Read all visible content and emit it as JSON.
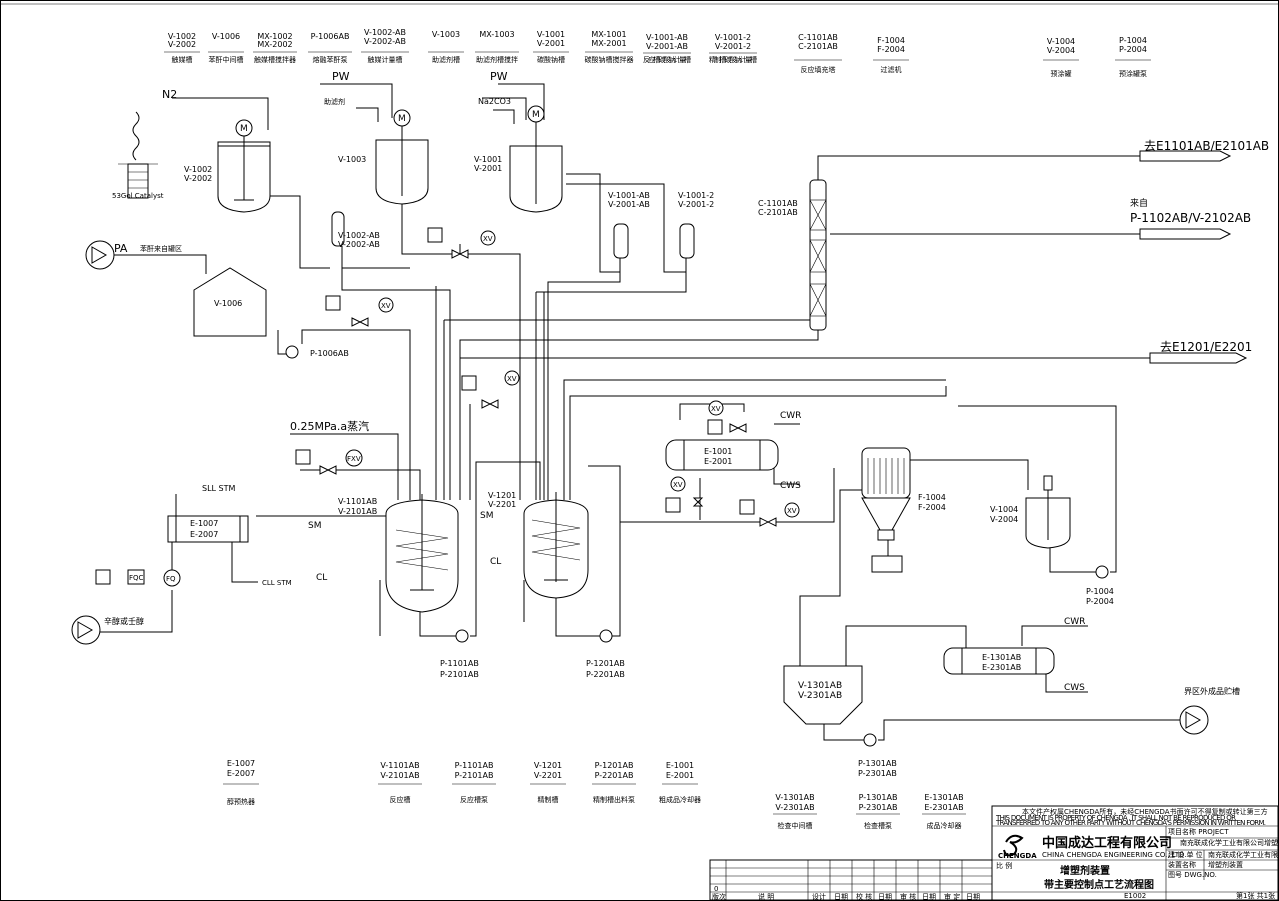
{
  "legend": [
    {
      "tag": [
        "V-1002",
        "V-2002"
      ],
      "name": "触媒槽"
    },
    {
      "tag": [
        "V-1006"
      ],
      "name": "苯酐中间槽"
    },
    {
      "tag": [
        "MX-1002",
        "MX-2002"
      ],
      "name": "触媒槽搅拌器"
    },
    {
      "tag": [
        "P-1006AB"
      ],
      "name": "熔融苯酐泵"
    },
    {
      "tag": [
        "V-1002-AB",
        "V-2002-AB"
      ],
      "name": "触媒计量槽"
    },
    {
      "tag": [
        "V-1003"
      ],
      "name": "助滤剂槽"
    },
    {
      "tag": [
        "MX-1003"
      ],
      "name": "助滤剂槽搅拌"
    },
    {
      "tag": [
        "V-1001",
        "V-2001"
      ],
      "name": "碳酸钠槽"
    },
    {
      "tag": [
        "MX-1001",
        "MX-2001"
      ],
      "name": "碳酸钠槽搅拌器"
    },
    {
      "tag": [
        "V-1001-AB",
        "V-2001-AB"
      ],
      "name": "反应槽碳酸钠计量槽"
    },
    {
      "tag": [
        "V-1001-2",
        "V-2001-2"
      ],
      "name": "精制槽碳酸钠计量槽"
    },
    {
      "tag": [
        "C-1101AB",
        "C-2101AB"
      ],
      "name": "反应填充塔"
    },
    {
      "tag": [
        "F-1004",
        "F-2004"
      ],
      "name": "过滤机"
    },
    {
      "tag": [
        "V-1004",
        "V-2004"
      ],
      "name": "预涂罐"
    },
    {
      "tag": [
        "P-1004",
        "P-2004"
      ],
      "name": "预涂罐泵"
    }
  ],
  "bottom_legend": [
    {
      "tag": [
        "E-1007",
        "E-2007"
      ],
      "name": "醇预热器"
    },
    {
      "tag": [
        "V-1101AB",
        "V-2101AB"
      ],
      "name": "反应槽"
    },
    {
      "tag": [
        "P-1101AB",
        "P-2101AB"
      ],
      "name": "反应槽泵"
    },
    {
      "tag": [
        "V-1201",
        "V-2201"
      ],
      "name": "精制槽"
    },
    {
      "tag": [
        "P-1201AB",
        "P-2201AB"
      ],
      "name": "精制槽出料泵"
    },
    {
      "tag": [
        "E-1001",
        "E-2001"
      ],
      "name": "粗成品冷却器"
    },
    {
      "tag": [
        "V-1301AB",
        "V-2301AB"
      ],
      "name": "检查中间槽"
    },
    {
      "tag": [
        "P-1301AB",
        "P-2301AB"
      ],
      "name": "检查槽泵"
    },
    {
      "tag": [
        "E-1301AB",
        "E-2301AB"
      ],
      "name": "成品冷却器"
    }
  ],
  "streams": {
    "n2": "N2",
    "pw1": "PW",
    "filter_aid": "助滤剂",
    "pw2": "PW",
    "na2co3": "Na2CO3",
    "catalyst": "53Gol Catalyst",
    "pa": "PA",
    "pa_src": "苯酐来自罐区",
    "steam": "0.25MPa.a蒸汽",
    "sll": "SLL STM",
    "cll": "CLL STM",
    "sm1": "SM",
    "cl1": "CL",
    "sm2": "SM",
    "cl2": "CL",
    "cwr1": "CWR",
    "cws1": "CWS",
    "cwr2": "CWR",
    "cws2": "CWS",
    "alcohol": "辛醇或壬醇",
    "to_e1101": "去E1101AB/E2101AB",
    "from_label": "来自",
    "from_p1102": "P-1102AB/V-2102AB",
    "to_e1201": "去E1201/E2201",
    "to_tank": "界区外成品贮槽"
  },
  "tags": {
    "v1002": [
      "V-1002",
      "V-2002"
    ],
    "v1003": "V-1003",
    "v1001": [
      "V-1001",
      "V-2001"
    ],
    "v1002ab": [
      "V-1002-AB",
      "V-2002-AB"
    ],
    "v1001ab": [
      "V-1001-AB",
      "V-2001-AB"
    ],
    "v10012": [
      "V-1001-2",
      "V-2001-2"
    ],
    "c1101": [
      "C-1101AB",
      "C-2101AB"
    ],
    "v1006": "V-1006",
    "p1006": "P-1006AB",
    "v1101": [
      "V-1101AB",
      "V-2101AB"
    ],
    "v1201": [
      "V-1201",
      "V-2201"
    ],
    "e1007": [
      "E-1007",
      "E-2007"
    ],
    "e1001": [
      "E-1001",
      "E-2001"
    ],
    "f1004": [
      "F-1004",
      "F-2004"
    ],
    "v1004": [
      "V-1004",
      "V-2004"
    ],
    "p1004": [
      "P-1004",
      "P-2004"
    ],
    "p1101": [
      "P-1101AB",
      "P-2101AB"
    ],
    "p1201": [
      "P-1201AB",
      "P-2201AB"
    ],
    "v1301": [
      "V-1301AB",
      "V-2301AB"
    ],
    "p1301": [
      "P-1301AB",
      "P-2301AB"
    ],
    "e1301": [
      "E-1301AB",
      "E-2301AB"
    ]
  },
  "instruments": {
    "xv": "XV",
    "fxv": "FXV",
    "fq": "FQ",
    "fqc": "FQC"
  },
  "title_block": {
    "notice_cn": "本文件产权属CHENGDA所有，未经CHENGDA书面许可不得复制或转让第三方",
    "notice_en1": "THIS DOCUMENT IS PROPERTY OF CHENGDA , IT SHALL NOT BE REPRODUCED OR",
    "notice_en2": "TRANSFERRED TO ANY OTHER PARTY WITHOUT CHENGDA'S PERMISSION IN WRITTEN FORM.",
    "company_cn": "中国成达工程有限公司",
    "company_en": "CHINA CHENGDA ENGINEERING CO., LTD.",
    "logo_text": "CHENGDA",
    "project_label": "项目名称 PROJECT",
    "project_name": "南充联成化学工业有限公司增塑剂项目",
    "client_label": "建 设 单 位",
    "client_name": "南充联成化学工业有限公司",
    "sub_label": "装置名称",
    "sub_name": "增塑剂装置",
    "dwg_label": "图号 DWG.NO.",
    "scale_label": "比 例",
    "title1": "增塑剂装置",
    "title2": "带主要控制点工艺流程图",
    "sheet": "第1张  共1张",
    "row_label_left": "0",
    "col_headers": [
      "版次",
      "说 明",
      "设计",
      "日期",
      "校 核",
      "日期",
      "审 核",
      "日期",
      "审 定",
      "日期"
    ],
    "doc_num": "E1002"
  }
}
